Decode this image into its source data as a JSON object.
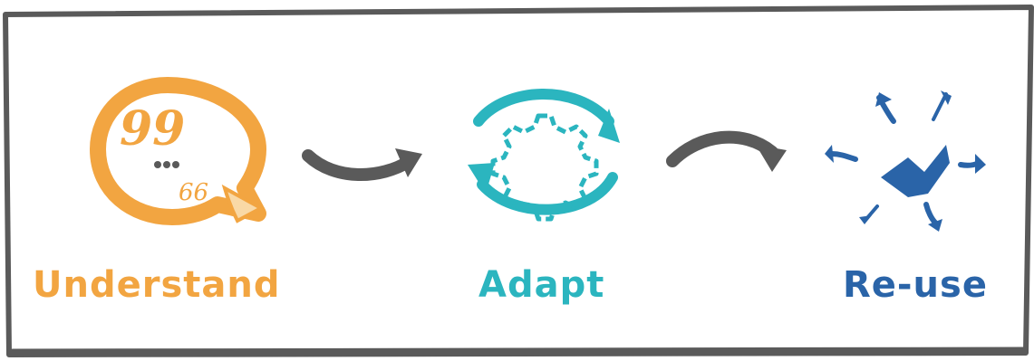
{
  "steps": [
    {
      "label": "Understand",
      "icon": "speech-bubble-quote-icon",
      "color": "#F2A541"
    },
    {
      "label": "Adapt",
      "icon": "gear-cycle-icon",
      "color": "#2BB5BF"
    },
    {
      "label": "Re-use",
      "icon": "checkmark-spread-arrows-icon",
      "color": "#2A64A8"
    }
  ],
  "connectors": [
    "arrow-right-icon",
    "arrow-right-icon"
  ],
  "colors": {
    "frame": "#5A5A5A",
    "connector": "#5A5A5A",
    "paper": "#F9D9A6"
  }
}
